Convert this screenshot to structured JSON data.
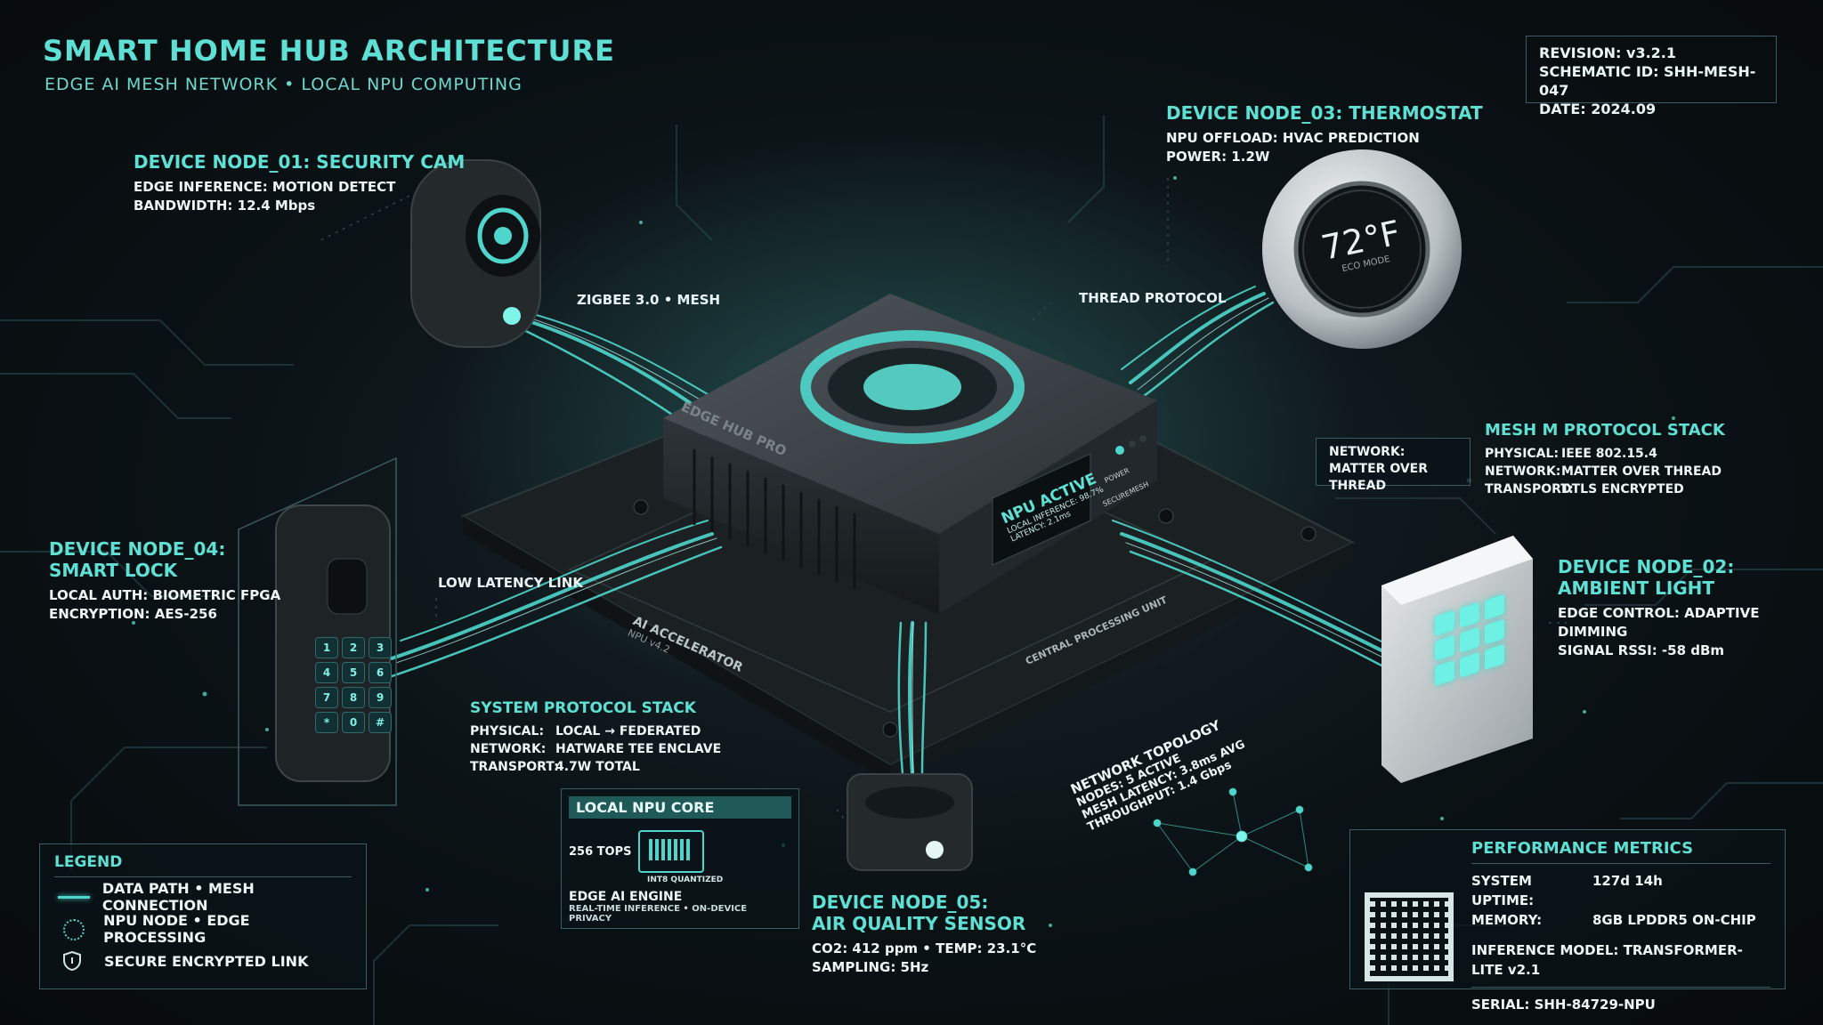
{
  "header": {
    "title": "SMART HOME HUB ARCHITECTURE",
    "subtitle": "EDGE AI MESH NETWORK • LOCAL NPU COMPUTING"
  },
  "revision": {
    "revision": "REVISION: v3.2.1",
    "schematic_id": "SCHEMATIC ID: SHH-MESH-047",
    "date": "DATE: 2024.09"
  },
  "nodes": {
    "cam": {
      "title": "DEVICE NODE_01: SECURITY CAM",
      "line1": "EDGE INFERENCE: MOTION DETECT",
      "line2": "BANDWIDTH: 12.4 Mbps"
    },
    "thermostat": {
      "title": "DEVICE NODE_03: THERMOSTAT",
      "line1": "NPU OFFLOAD: HVAC PREDICTION",
      "line2": "POWER: 1.2W",
      "display_temp": "72°F",
      "display_mode": "ECO MODE"
    },
    "lock": {
      "title_a": "DEVICE NODE_04:",
      "title_b": "SMART LOCK",
      "line1": "LOCAL AUTH: BIOMETRIC FPGA",
      "line2": "ENCRYPTION: AES-256",
      "keys": [
        "1",
        "2",
        "3",
        "4",
        "5",
        "6",
        "7",
        "8",
        "9",
        "*",
        "0",
        "#"
      ]
    },
    "light": {
      "title_a": "DEVICE NODE_02:",
      "title_b": "AMBIENT LIGHT",
      "line1": "EDGE CONTROL: ADAPTIVE DIMMING",
      "line2": "SIGNAL RSSI: -58 dBm"
    },
    "sensor": {
      "title_a": "DEVICE NODE_05:",
      "title_b": "AIR QUALITY SENSOR",
      "line1": "CO2: 412 ppm • TEMP: 23.1°C",
      "line2": "SAMPLING: 5Hz"
    }
  },
  "links": {
    "zigbee": "ZIGBEE 3.0 • MESH",
    "thread": "THREAD PROTOCOL",
    "low_latency": "LOW LATENCY LINK"
  },
  "hub": {
    "brand": "EDGE HUB PRO",
    "screen_title": "NPU ACTIVE",
    "screen_line1": "LOCAL INFERENCE: 98.7%",
    "screen_line2": "LATENCY: 2.1ms",
    "power_label": "POWER",
    "secure_label": "SECURE",
    "mesh_label": "MESH",
    "accel_title": "AI ACCELERATOR",
    "accel_sub": "NPU v4.2",
    "cpu_label": "CENTRAL PROCESSING UNIT"
  },
  "network_box": {
    "line1": "NETWORK:",
    "line2": "MATTER OVER THREAD"
  },
  "mesh_stack": {
    "title": "MESH M PROTOCOL STACK",
    "rows": [
      {
        "key": "PHYSICAL:",
        "value": "IEEE 802.15.4"
      },
      {
        "key": "NETWORK:",
        "value": "MATTER OVER THREAD"
      },
      {
        "key": "TRANSPORT:",
        "value": "DTLS ENCRYPTED"
      }
    ]
  },
  "system_stack": {
    "title": "SYSTEM PROTOCOL STACK",
    "rows": [
      {
        "key": "PHYSICAL:",
        "value": "LOCAL → FEDERATED"
      },
      {
        "key": "NETWORK:",
        "value": "HATWARE TEE ENCLAVE"
      },
      {
        "key": "TRANSPORT:",
        "value": "4.7W TOTAL"
      }
    ]
  },
  "npu_core": {
    "title": "LOCAL NPU CORE",
    "tops": "256 TOPS",
    "quant": "INT8 QUANTIZED",
    "engine": "EDGE AI ENGINE",
    "engine_sub": "REAL-TIME INFERENCE • ON-DEVICE PRIVACY"
  },
  "topology": {
    "title": "NETWORK TOPOLOGY",
    "nodes": "NODES:    5 ACTIVE",
    "latency": "MESH LATENCY: 3.8ms AVG",
    "throughput": "THROUGHPUT:   1.4 Gbps"
  },
  "legend": {
    "title": "LEGEND",
    "items": [
      {
        "icon": "data-path-line-icon",
        "label": "DATA PATH • MESH CONNECTION"
      },
      {
        "icon": "npu-node-dotted-circle-icon",
        "label": "NPU NODE • EDGE PROCESSING"
      },
      {
        "icon": "shield-icon",
        "label": "SECURE ENCRYPTED LINK"
      }
    ]
  },
  "performance": {
    "title": "PERFORMANCE METRICS",
    "rows": [
      {
        "key": "SYSTEM UPTIME:",
        "value": "127d 14h"
      },
      {
        "key": "MEMORY:",
        "value": "8GB LPDDR5 ON-CHIP"
      }
    ],
    "model": "INFERENCE MODEL: TRANSFORMER-LITE v2.1",
    "serial": "SERIAL: SHH-84729-NPU"
  },
  "colors": {
    "accent": "#4fd6cc",
    "background": "#0b1215",
    "panel_border": "#3b5c60",
    "glow": "#7ff5ea"
  }
}
